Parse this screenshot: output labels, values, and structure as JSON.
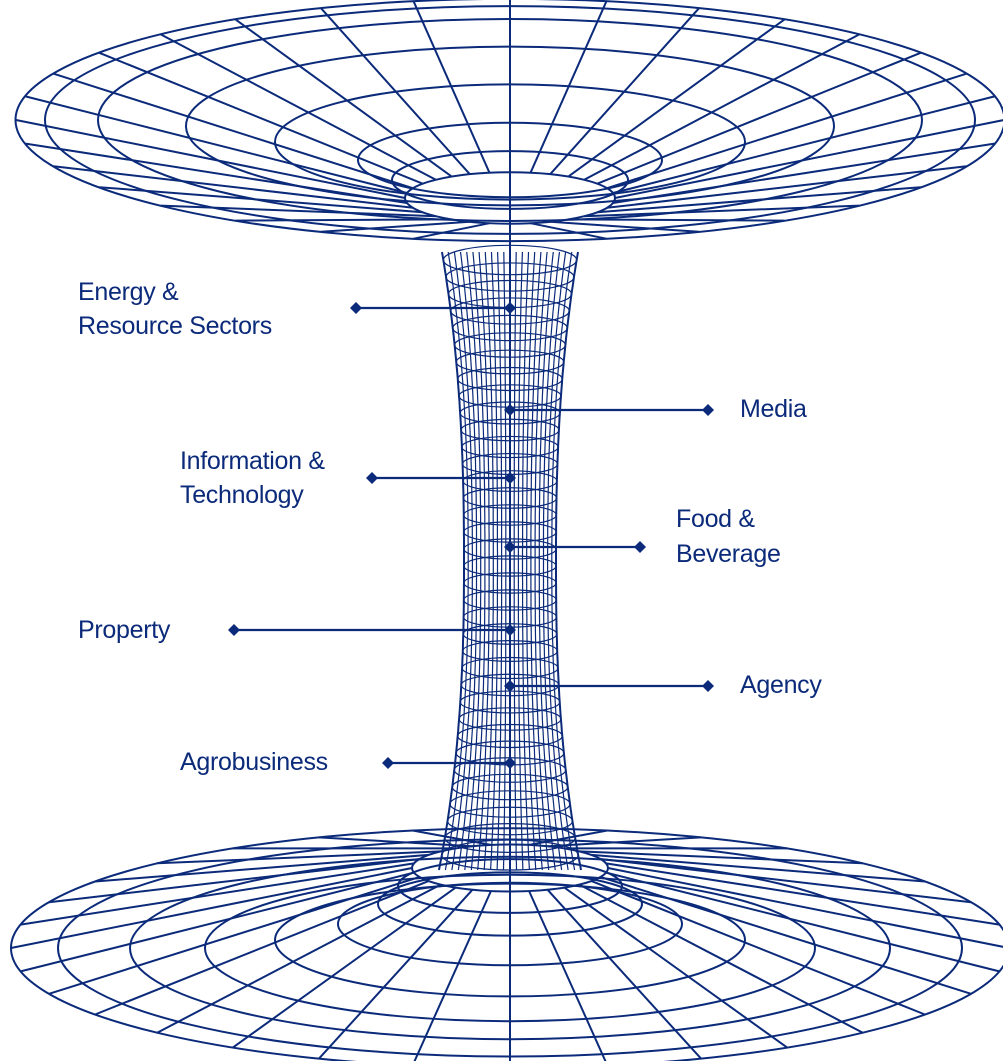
{
  "brand_color": "#0b2a7a",
  "background_color": "#ffffff",
  "labels": {
    "energy": [
      "Energy &",
      "Resource Sectors"
    ],
    "media": [
      "Media"
    ],
    "it": [
      "Information &",
      "Technology"
    ],
    "food": [
      "Food &",
      "Beverage"
    ],
    "property": [
      "Property"
    ],
    "agency": [
      "Agency"
    ],
    "agro": [
      "Agrobusiness"
    ]
  },
  "icons": {
    "marker": "diamond-icon",
    "structure": "wormhole-funnel-icon"
  }
}
